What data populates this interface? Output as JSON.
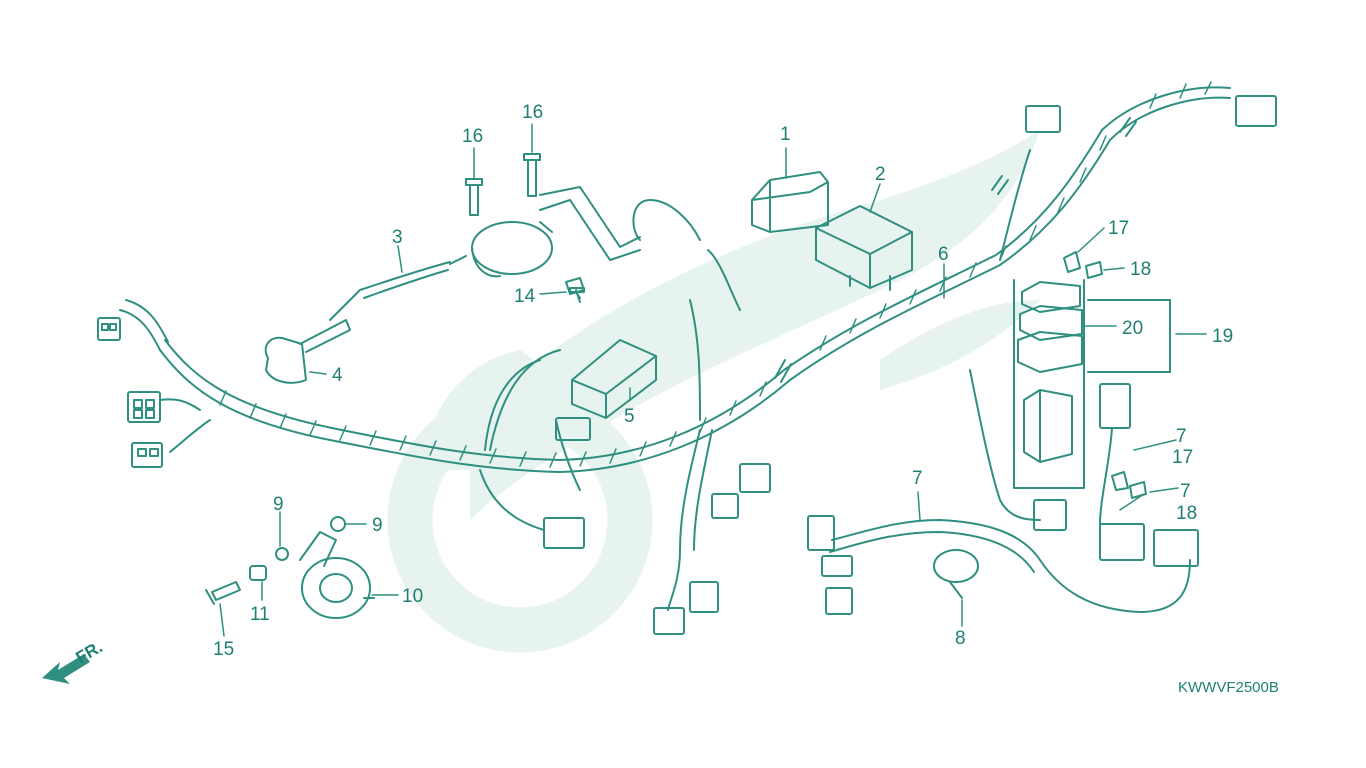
{
  "diagram": {
    "drawing_code": "KWWVF2500B",
    "front_marker": "FR.",
    "colors": {
      "line": "#2f8f80",
      "text": "#1f7f72",
      "watermark": "#e6f3ee"
    },
    "callouts": [
      {
        "id": "c1",
        "label": "1"
      },
      {
        "id": "c2",
        "label": "2"
      },
      {
        "id": "c3",
        "label": "3"
      },
      {
        "id": "c4",
        "label": "4"
      },
      {
        "id": "c5",
        "label": "5"
      },
      {
        "id": "c6",
        "label": "6"
      },
      {
        "id": "c7a",
        "label": "7"
      },
      {
        "id": "c7b",
        "label": "7"
      },
      {
        "id": "c7c",
        "label": "7"
      },
      {
        "id": "c8",
        "label": "8"
      },
      {
        "id": "c9a",
        "label": "9"
      },
      {
        "id": "c9b",
        "label": "9"
      },
      {
        "id": "c10",
        "label": "10"
      },
      {
        "id": "c11",
        "label": "11"
      },
      {
        "id": "c14",
        "label": "14"
      },
      {
        "id": "c15",
        "label": "15"
      },
      {
        "id": "c16a",
        "label": "16"
      },
      {
        "id": "c16b",
        "label": "16"
      },
      {
        "id": "c17a",
        "label": "17"
      },
      {
        "id": "c17b",
        "label": "17"
      },
      {
        "id": "c18a",
        "label": "18"
      },
      {
        "id": "c18b",
        "label": "18"
      },
      {
        "id": "c19",
        "label": "19"
      },
      {
        "id": "c20",
        "label": "20"
      }
    ]
  }
}
